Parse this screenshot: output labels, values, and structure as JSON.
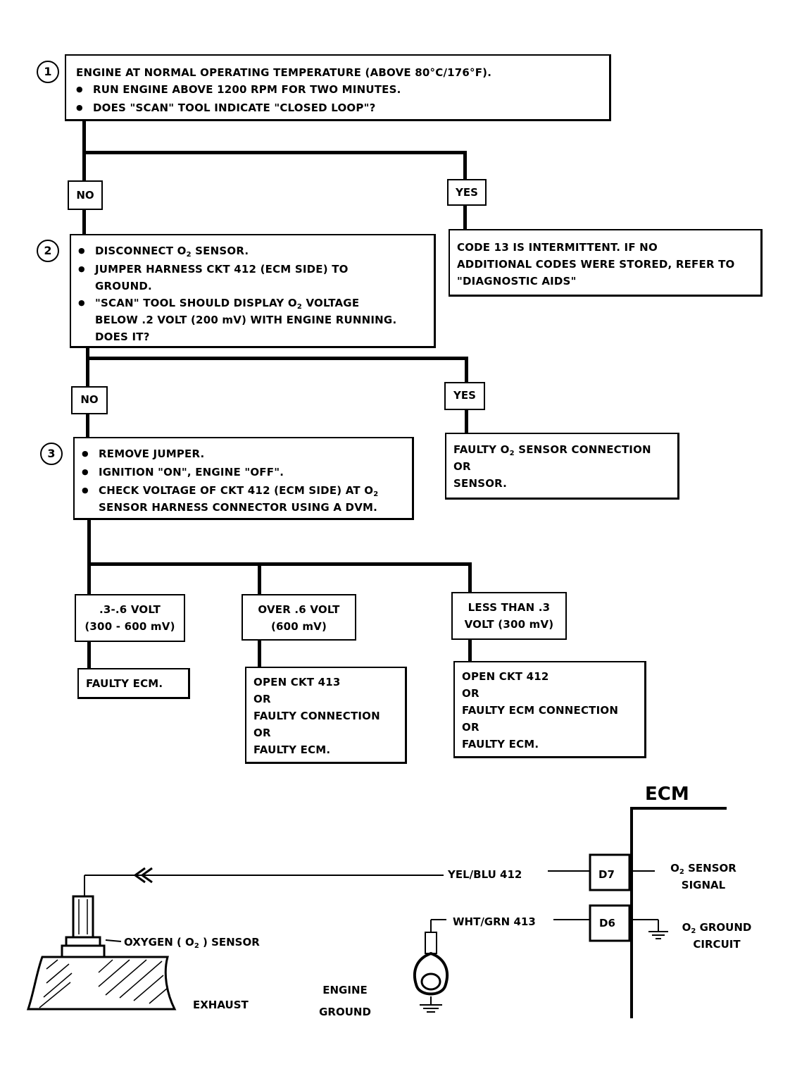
{
  "step1": {
    "number": "1",
    "line1": "ENGINE AT NORMAL OPERATING TEMPERATURE (ABOVE 80°C/176°F).",
    "bullets": [
      "RUN ENGINE ABOVE 1200 RPM FOR TWO MINUTES.",
      "DOES \"SCAN\" TOOL INDICATE \"CLOSED LOOP\"?"
    ]
  },
  "branch1": {
    "no": "NO",
    "yes": "YES"
  },
  "result_yes1": [
    "CODE 13 IS INTERMITTENT.  IF NO",
    "ADDITIONAL CODES WERE STORED, REFER TO",
    "\"DIAGNOSTIC AIDS\""
  ],
  "step2": {
    "number": "2",
    "b1_pre": "DISCONNECT O",
    "b1_sub": "2",
    "b1_post": " SENSOR.",
    "b2_l1": "JUMPER HARNESS CKT 412 (ECM SIDE) TO",
    "b2_l2": "GROUND.",
    "b3_pre": "\"SCAN\" TOOL SHOULD DISPLAY O",
    "b3_sub": "2",
    "b3_post": " VOLTAGE",
    "b3_l2": "BELOW .2  VOLT (200 mV) WITH ENGINE RUNNING.",
    "b3_l3": "DOES IT?"
  },
  "branch2": {
    "no": "NO",
    "yes": "YES"
  },
  "result_yes2": {
    "l1_pre": "FAULTY O",
    "l1_sub": "2",
    "l1_post": " SENSOR CONNECTION",
    "l2": "OR",
    "l3": "SENSOR."
  },
  "step3": {
    "number": "3",
    "b1": "REMOVE JUMPER.",
    "b2": "IGNITION \"ON\",  ENGINE  \"OFF\".",
    "b3_pre": "CHECK VOLTAGE OF CKT 412 (ECM SIDE) AT O",
    "b3_sub": "2",
    "b3_l2": "SENSOR HARNESS CONNECTOR USING A DVM."
  },
  "voltage_cases": [
    {
      "label": [
        ".3-.6 VOLT",
        "(300 - 600 mV)"
      ],
      "result": [
        "FAULTY ECM."
      ]
    },
    {
      "label": [
        "OVER  .6  VOLT",
        "(600 mV)"
      ],
      "result": [
        "OPEN CKT 413",
        "OR",
        "FAULTY CONNECTION",
        "OR",
        "FAULTY ECM."
      ]
    },
    {
      "label": [
        "LESS THAN .3",
        "VOLT  (300 mV)"
      ],
      "result": [
        "OPEN CKT  412",
        "OR",
        "FAULTY ECM CONNECTION",
        "OR",
        "FAULTY ECM."
      ]
    }
  ],
  "schematic": {
    "ecm": "ECM",
    "wire1": "YEL/BLU 412",
    "wire2": "WHT/GRN 413",
    "pin1": "D7",
    "pin2": "D6",
    "signal_pre": "O",
    "signal_sub": "2",
    "signal_post": " SENSOR",
    "signal_l2": "SIGNAL",
    "ground_pre": "O",
    "ground_sub": "2",
    "ground_post": " GROUND",
    "ground_l2": "CIRCUIT",
    "sensor_pre": "OXYGEN ( O",
    "sensor_sub": "2",
    "sensor_post": " ) SENSOR",
    "exhaust": "EXHAUST",
    "engine_ground_l1": "ENGINE",
    "engine_ground_l2": "GROUND"
  }
}
